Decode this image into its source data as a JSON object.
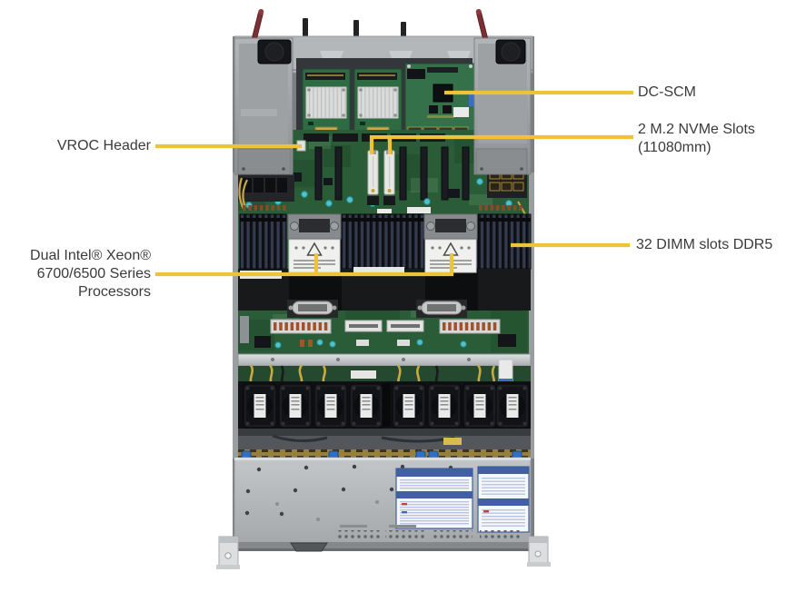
{
  "colors": {
    "callout_line": "#EFC237",
    "label_text": "#3A3A3A",
    "pcb_green": "#2B5C38",
    "chassis_gray": "#AEB1B3",
    "heatsink_silver": "#DADCDB",
    "fan_black": "#1C1D20",
    "clip_blue": "#2F6FC4",
    "psu_handle_red": "#7D3034",
    "capacitor_teal": "#4CC3CD",
    "cable_yellow": "#C9A93F",
    "service_label_blue": "#41609F"
  },
  "callouts": {
    "dc_scm": {
      "label": "DC-SCM",
      "side": "right"
    },
    "m2_nvme": {
      "lines": [
        "2 M.2 NVMe Slots",
        "(11080mm)"
      ],
      "side": "right"
    },
    "vroc": {
      "label": "VROC Header",
      "side": "left"
    },
    "processors": {
      "lines": [
        "Dual Intel® Xeon®",
        "6700/6500 Series",
        "Processors"
      ],
      "side": "left"
    },
    "dimm": {
      "label": "32 DIMM slots DDR5",
      "side": "right"
    }
  },
  "illustration": {
    "description": "Top interior view of a 1U rack server chassis",
    "components": [
      "psu-left",
      "psu-right",
      "riser-card-1",
      "riser-card-2",
      "dc-scm-module",
      "m2-slot-1",
      "m2-slot-2",
      "vroc-header",
      "dimm-bank-left",
      "dimm-bank-center",
      "dimm-bank-right",
      "cpu1-socket",
      "cpu2-socket",
      "air-shroud",
      "power-distribution-board",
      "crossbar",
      "fan-wall",
      "drive-backplane",
      "front-cover",
      "service-label-1",
      "service-label-2",
      "rack-ear-left",
      "rack-ear-right"
    ]
  }
}
